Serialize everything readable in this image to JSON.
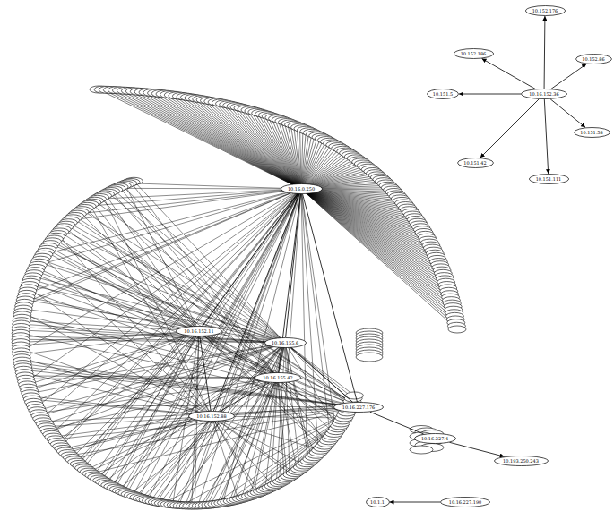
{
  "diagram": {
    "nodes": [
      {
        "text": [
          "10.16.0.250"
        ]
      },
      {
        "text": [
          "10.16.152.11"
        ]
      },
      {
        "text": [
          "10.16.155.6"
        ]
      },
      {
        "text": [
          "10.16.155.42"
        ]
      },
      {
        "text": [
          "10.16.152.88"
        ]
      },
      {
        "text": [
          "10.16.227.176"
        ]
      },
      {
        "text": [
          "10.16.227.4"
        ]
      },
      {
        "text": [
          "10.193.250.243"
        ]
      },
      {
        "text": [
          "10.16.152.36"
        ]
      },
      {
        "text": [
          "10.152.186"
        ]
      },
      {
        "text": [
          "10.152.176"
        ]
      },
      {
        "text": [
          "10.152.86"
        ]
      },
      {
        "text": [
          "10.151.5"
        ]
      },
      {
        "text": [
          "10.151.58"
        ]
      },
      {
        "text": [
          "10.151.42"
        ]
      },
      {
        "text": [
          "10.151.111"
        ]
      },
      {
        "text": [
          "10.1.1"
        ]
      },
      {
        "text": [
          "10.16.227.190"
        ]
      }
    ],
    "edges": [
      {
        "from": 0,
        "to": 1,
        "arrow": "none"
      },
      {
        "from": 0,
        "to": 2,
        "arrow": "none"
      },
      {
        "from": 0,
        "to": 3,
        "arrow": "none"
      },
      {
        "from": 0,
        "to": 4,
        "arrow": "none"
      },
      {
        "from": 0,
        "to": 5,
        "arrow": "none"
      },
      {
        "from": 1,
        "to": 4,
        "arrow": "none"
      },
      {
        "from": 2,
        "to": 5,
        "arrow": "none"
      },
      {
        "from": 3,
        "to": 4,
        "arrow": "none"
      },
      {
        "from": 5,
        "to": 6,
        "arrow": "none"
      },
      {
        "from": 6,
        "to": 7,
        "arrow": "to"
      },
      {
        "from": 8,
        "to": 9,
        "arrow": "to"
      },
      {
        "from": 8,
        "to": 10,
        "arrow": "to"
      },
      {
        "from": 8,
        "to": 11,
        "arrow": "to"
      },
      {
        "from": 8,
        "to": 12,
        "arrow": "to"
      },
      {
        "from": 8,
        "to": 13,
        "arrow": "to"
      },
      {
        "from": 8,
        "to": 14,
        "arrow": "to"
      },
      {
        "from": 8,
        "to": 15,
        "arrow": "to"
      },
      {
        "from": 17,
        "to": 16,
        "arrow": "to"
      }
    ]
  }
}
